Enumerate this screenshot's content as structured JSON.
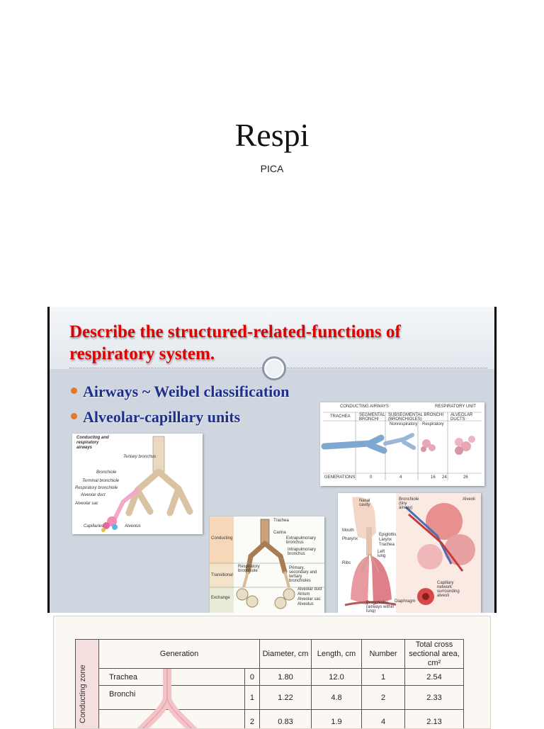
{
  "page": {
    "title": "Respi",
    "subtitle": "PICA"
  },
  "slide": {
    "heading": "Describe the structured-related-functions of respiratory system.",
    "bullets": [
      "Airways ~ Weibel classification",
      "Alveolar-capillary units"
    ],
    "bullet_color": "#e07a2a",
    "heading_color": "#e00000",
    "bullet_text_color": "#1f2f8c",
    "images": {
      "conducting_airways": {
        "caption": "Conducting and respiratory airways",
        "labels": [
          "Tertiary bronchus",
          "Bronchiole",
          "Terminal bronchiole",
          "Respiratory bronchiole",
          "Alveolar duct",
          "Alveolar sac",
          "Capillaries",
          "Alveolus"
        ]
      },
      "weibel_strip": {
        "headers": [
          "CONDUCTING AIRWAYS",
          "RESPIRATORY UNIT",
          "TRACHEA",
          "SEGMENTAL BRONCHI",
          "SUBSEGMENTAL BRONCHI (BRONCHIOLES)",
          "Nonrespiratory",
          "Respiratory",
          "ALVEOLAR DUCTS"
        ],
        "generations_label": "GENERATIONS",
        "generations": [
          "0",
          "4",
          "16",
          "24",
          "26"
        ]
      },
      "zones": {
        "labels": [
          "Trachea",
          "Carina",
          "Extrapulmonary bronchus",
          "Intrapulmonary bronchus",
          "Respiratory bronchiole",
          "Primary, secondary and tertiary bronchioles",
          "Alveolar duct",
          "Atrium",
          "Alveolar sac",
          "Alveolus"
        ],
        "zones": [
          "Conducting",
          "Transitional",
          "Exchange"
        ]
      },
      "anatomy": {
        "labels": [
          "Nasal cavity",
          "Mouth",
          "Pharynx",
          "Epiglottis",
          "Larynx",
          "Trachea",
          "Left lung",
          "Ribs",
          "Bronchioles (airways within lung)",
          "Diaphragm",
          "Bronchiole (tiny airway)",
          "Alveoli",
          "Capillary network surrounding alveoli"
        ]
      }
    }
  },
  "table": {
    "headers": [
      "Generation",
      "Diameter, cm",
      "Length, cm",
      "Number",
      "Total cross sectional area, cm²"
    ],
    "zone_label": "Conducting zone",
    "rows": [
      {
        "name": "Trachea",
        "gen": "0",
        "diameter": "1.80",
        "length": "12.0",
        "number": "1",
        "area": "2.54"
      },
      {
        "name": "Bronchi",
        "gen": "1",
        "diameter": "1.22",
        "length": "4.8",
        "number": "2",
        "area": "2.33"
      },
      {
        "name": "",
        "gen": "2",
        "diameter": "0.83",
        "length": "1.9",
        "number": "4",
        "area": "2.13"
      }
    ]
  }
}
